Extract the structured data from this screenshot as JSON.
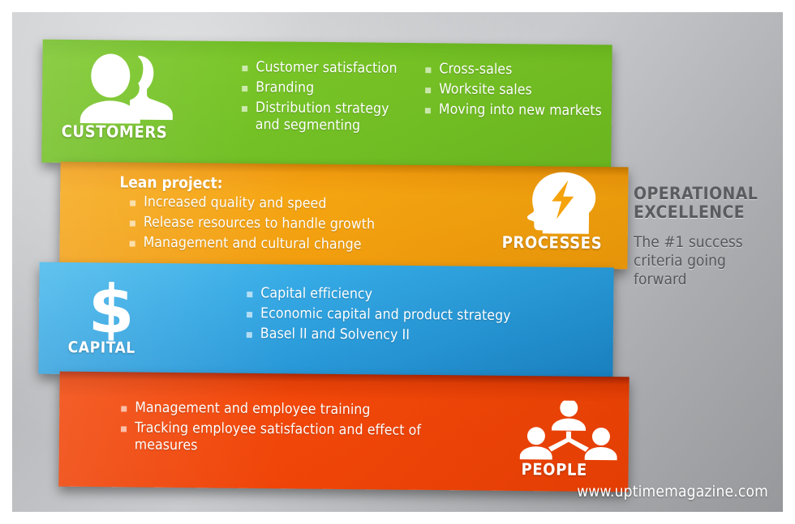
{
  "colors": {
    "customers": "#76c423",
    "processes": "#f5a30c",
    "capital": "#2ba2e0",
    "people": "#f24405",
    "background_light": "#c8cacd",
    "background_dark": "#96989b",
    "side_text": "#55575a"
  },
  "bands": {
    "customers": {
      "label": "CUSTOMERS",
      "icon": "two-people-icon",
      "bullets_left": [
        "Customer satisfaction",
        "Branding",
        "Distribution strategy and segmenting"
      ],
      "bullets_right": [
        "Cross-sales",
        "Worksite sales",
        "Moving into new markets"
      ]
    },
    "processes": {
      "label": "PROCESSES",
      "icon": "head-with-lightning-icon",
      "heading": "Lean project:",
      "bullets": [
        "Increased quality and speed",
        "Release resources to handle growth",
        "Management and cultural change"
      ]
    },
    "capital": {
      "label": "CAPITAL",
      "icon": "dollar-sign-icon",
      "bullets": [
        "Capital efficiency",
        "Economic capital and product strategy",
        "Basel II and Solvency II"
      ]
    },
    "people": {
      "label": "PEOPLE",
      "icon": "people-org-chart-icon",
      "bullets": [
        "Management and employee training",
        "Tracking employee satisfaction and effect of measures"
      ]
    }
  },
  "side_panel": {
    "title_line1": "OPERATIONAL",
    "title_line2": "EXCELLENCE",
    "subtitle": "The #1 success criteria going forward"
  },
  "footer": {
    "url": "www.uptimemagazine.com"
  }
}
